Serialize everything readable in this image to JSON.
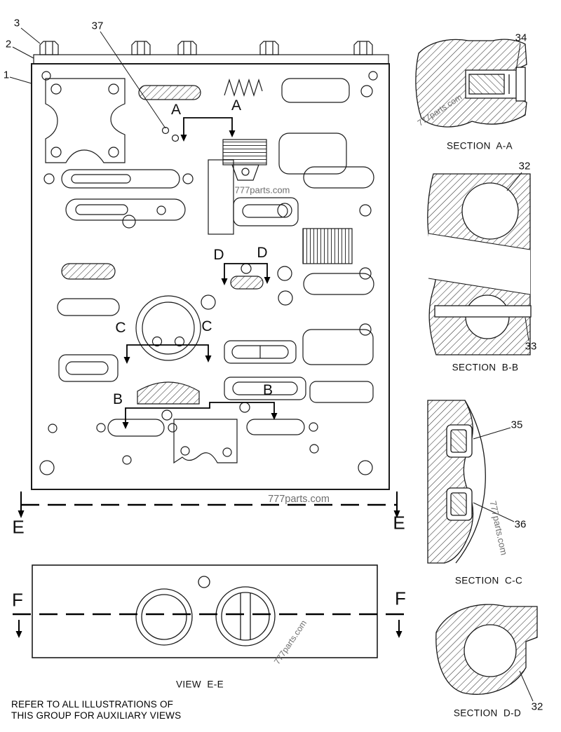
{
  "watermark": "777parts.com",
  "callouts": {
    "c1": "1",
    "c2": "2",
    "c3": "3",
    "c32": "32",
    "c33": "33",
    "c34": "34",
    "c35": "35",
    "c36": "36",
    "c37": "37"
  },
  "cut_letters": {
    "a": "A",
    "b": "B",
    "c": "C",
    "d": "D",
    "e": "E",
    "f": "F"
  },
  "section_labels": {
    "aa": "SECTION  A-A",
    "bb": "SECTION  B-B",
    "cc": "SECTION  C-C",
    "dd": "SECTION  D-D"
  },
  "view_label": "VIEW  E-E",
  "footer": {
    "line1": "REFER TO ALL ILLUSTRATIONS OF",
    "line2": "THIS GROUP FOR AUXILIARY VIEWS"
  }
}
